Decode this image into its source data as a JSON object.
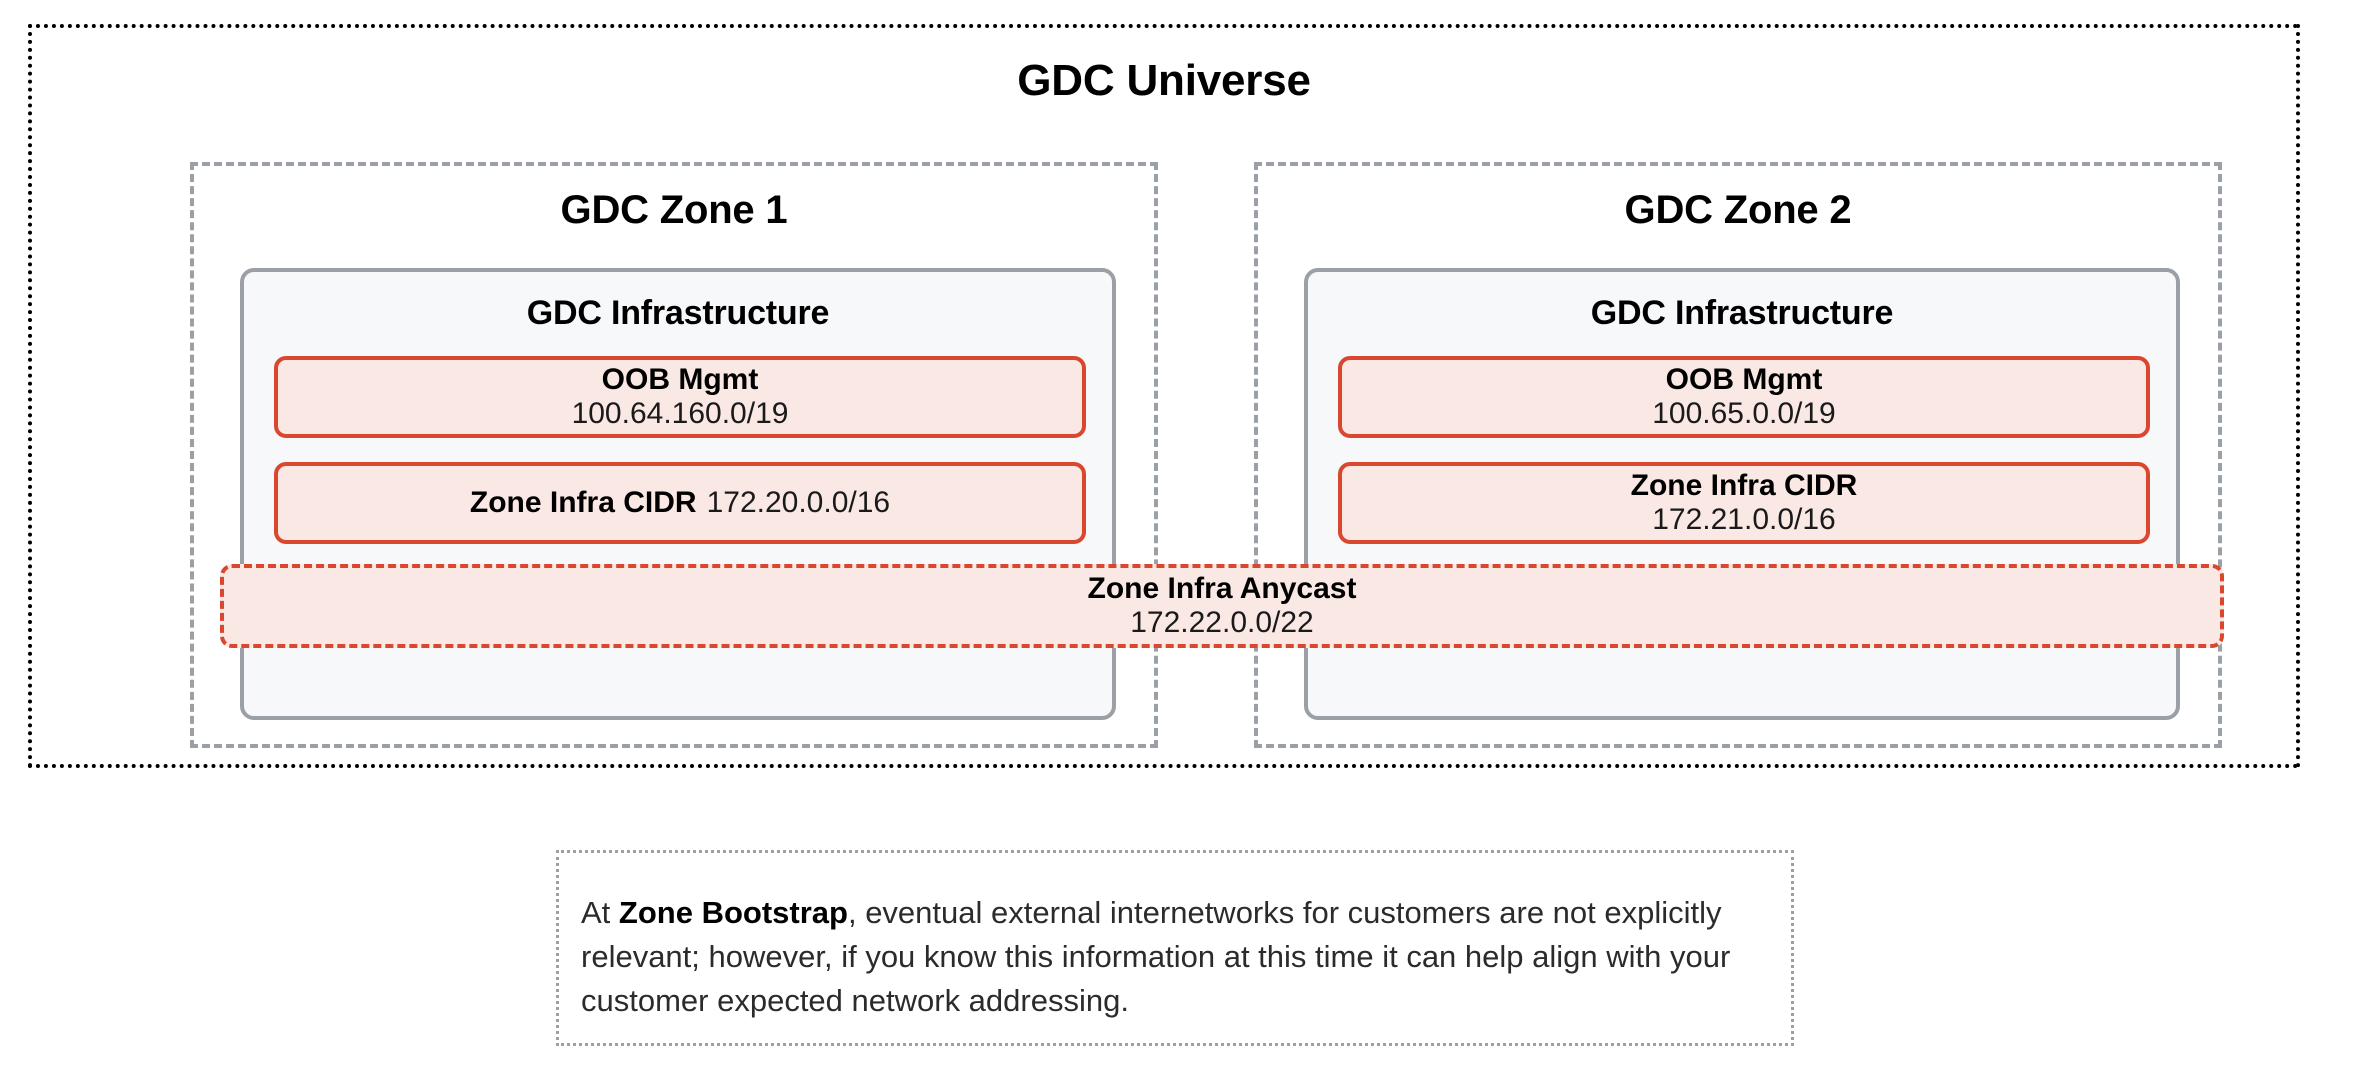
{
  "universe": {
    "title": "GDC Universe"
  },
  "zones": [
    {
      "title": "GDC Zone 1",
      "infrastructure": {
        "title": "GDC Infrastructure",
        "blocks": [
          {
            "label": "OOB Mgmt",
            "value": "100.64.160.0/19",
            "layout": "stacked"
          },
          {
            "label": "Zone Infra CIDR",
            "value": "172.20.0.0/16",
            "layout": "inline"
          }
        ]
      }
    },
    {
      "title": "GDC Zone 2",
      "infrastructure": {
        "title": "GDC Infrastructure",
        "blocks": [
          {
            "label": "OOB Mgmt",
            "value": "100.65.0.0/19",
            "layout": "stacked"
          },
          {
            "label": "Zone Infra CIDR",
            "value": "172.21.0.0/16",
            "layout": "stacked"
          }
        ]
      }
    }
  ],
  "anycast": {
    "label": "Zone Infra Anycast",
    "value": "172.22.0.0/22"
  },
  "note": {
    "prefix": "At ",
    "emphasis": "Zone Bootstrap",
    "body": ", eventual external internetworks for customers are not explicitly relevant; however, if you know this information at this time it can help align with your customer expected network addressing."
  },
  "colors": {
    "cidr_border": "#d9472f",
    "cidr_fill": "#f9e8e4",
    "panel_border": "#9aa0a6",
    "panel_fill": "#f6f8fa",
    "universe_border": "#000000"
  }
}
